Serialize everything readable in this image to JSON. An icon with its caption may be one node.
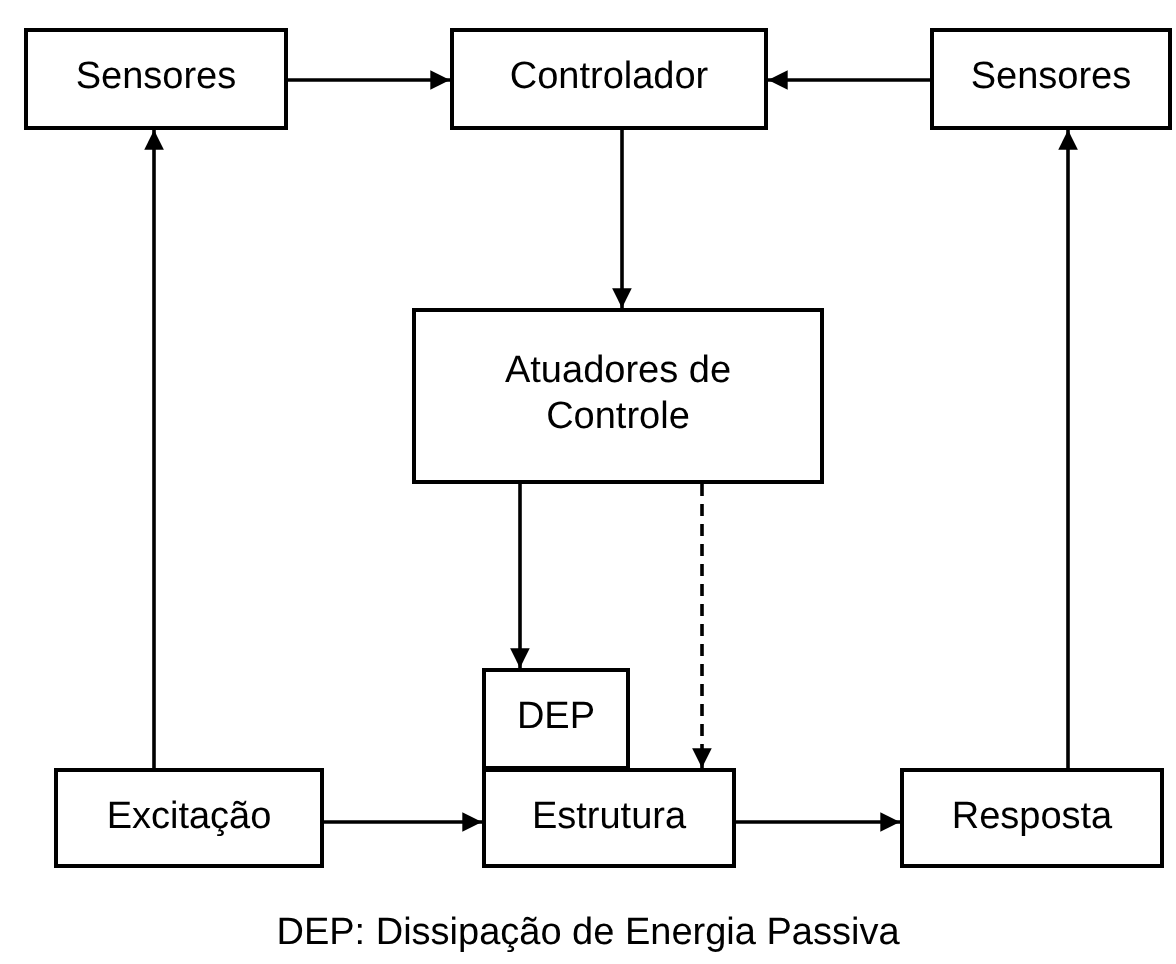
{
  "diagram": {
    "nodes": [
      {
        "text": [
          "Sensores"
        ]
      },
      {
        "text": [
          "Controlador"
        ]
      },
      {
        "text": [
          "Sensores"
        ]
      },
      {
        "text": [
          "Atuadores de Controle"
        ]
      },
      {
        "text": [
          "DEP"
        ]
      },
      {
        "text": [
          "Excitação"
        ]
      },
      {
        "text": [
          "Estrutura"
        ]
      },
      {
        "text": [
          "Resposta"
        ]
      }
    ],
    "edges": [
      {
        "from": 0,
        "to": 1,
        "arrow": "to"
      },
      {
        "from": 2,
        "to": 1,
        "arrow": "to"
      },
      {
        "from": 1,
        "to": 3,
        "arrow": "to"
      },
      {
        "from": 3,
        "to": 4,
        "arrow": "to"
      },
      {
        "from": 3,
        "to": 6,
        "arrow": "to",
        "style": "dashed"
      },
      {
        "from": 5,
        "to": 6,
        "arrow": "to"
      },
      {
        "from": 6,
        "to": 7,
        "arrow": "to"
      },
      {
        "from": 5,
        "to": 0,
        "arrow": "to"
      },
      {
        "from": 7,
        "to": 2,
        "arrow": "to"
      }
    ],
    "caption": "DEP: Dissipação de Energia Passiva"
  }
}
